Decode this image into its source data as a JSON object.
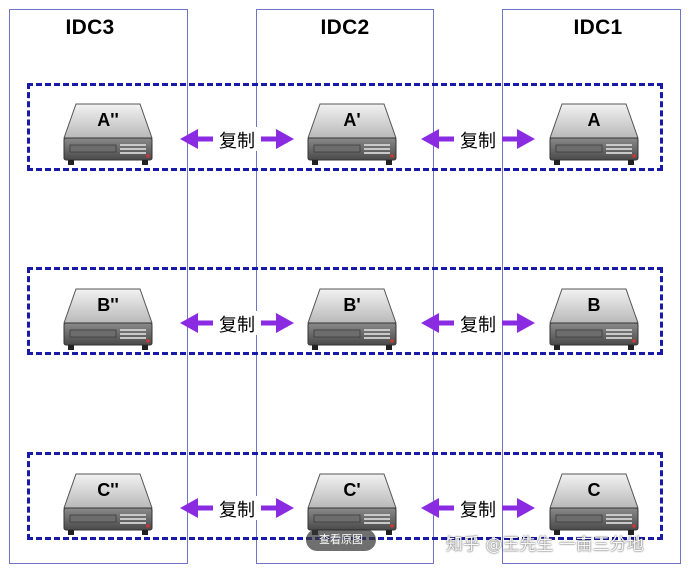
{
  "columns": [
    {
      "id": "idc3",
      "title": "IDC3"
    },
    {
      "id": "idc2",
      "title": "IDC2"
    },
    {
      "id": "idc1",
      "title": "IDC1"
    }
  ],
  "rows": [
    {
      "servers": [
        "A''",
        "A'",
        "A"
      ],
      "links": [
        "复制",
        "复制"
      ]
    },
    {
      "servers": [
        "B''",
        "B'",
        "B"
      ],
      "links": [
        "复制",
        "复制"
      ]
    },
    {
      "servers": [
        "C''",
        "C'",
        "C"
      ],
      "links": [
        "复制",
        "复制"
      ]
    }
  ],
  "overlay": {
    "view_original_label": "查看原图",
    "watermark": "知乎 @王先生 一亩三分地"
  },
  "colors": {
    "column_border": "#6f74c9",
    "row_border": "#1a1aa8",
    "arrow": "#8a2be2"
  }
}
